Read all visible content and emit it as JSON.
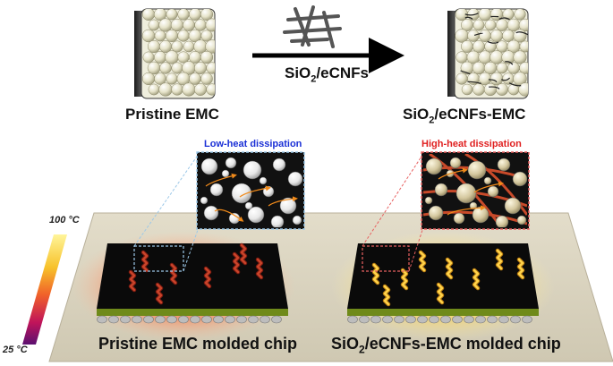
{
  "top": {
    "left_label": "Pristine EMC",
    "right_label_prefix": "SiO",
    "right_label_sub": "2",
    "right_label_suffix": "/eCNFs-EMC",
    "arrow_label_prefix": "SiO",
    "arrow_label_sub": "2",
    "arrow_label_suffix": "/eCNFs"
  },
  "inset": {
    "left_title": "Low-heat dissipation",
    "right_title": "High-heat dissipation",
    "left_title_color": "#1a2fd6",
    "right_title_color": "#e02020"
  },
  "scale": {
    "max_label": "100 °C",
    "min_label": "25 °C",
    "gradient_colors": [
      "#fff59a",
      "#f7c22a",
      "#f0602a",
      "#c0145a",
      "#5b1070"
    ]
  },
  "chips": {
    "left_label": "Pristine EMC molded chip",
    "right_label_prefix": "SiO",
    "right_label_sub": "2",
    "right_label_suffix": "/eCNFs-EMC molded chip"
  },
  "colors": {
    "board": "#d8d2bf",
    "chip": "#0a0a0a",
    "substrate": "#6f8a1a",
    "left_glow": "#ff5a2a",
    "right_glow": "#ffcf3a"
  }
}
